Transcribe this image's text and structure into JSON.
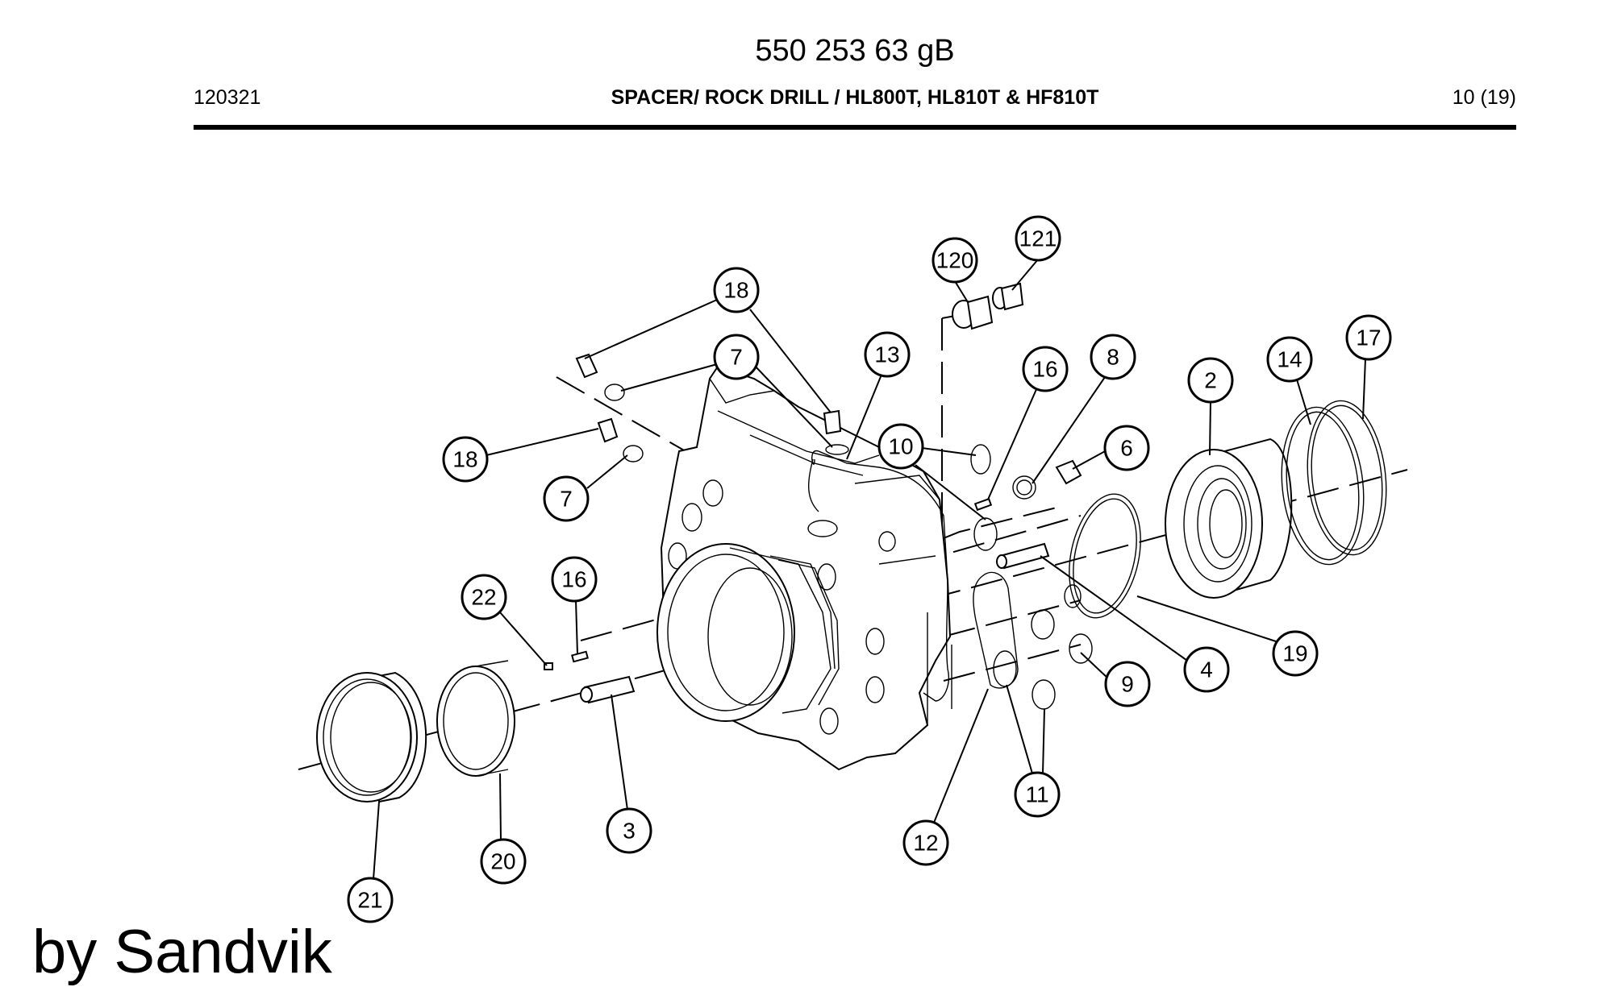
{
  "header": {
    "document_number": "550 253 63 gB",
    "date_code": "120321",
    "title": "SPACER/ ROCK DRILL / HL800T, HL810T & HF810T",
    "page": "10 (19)"
  },
  "balloons": [
    {
      "id": "b120",
      "label": "120"
    },
    {
      "id": "b121",
      "label": "121"
    },
    {
      "id": "b18a",
      "label": "18"
    },
    {
      "id": "b7a",
      "label": "7"
    },
    {
      "id": "b13",
      "label": "13"
    },
    {
      "id": "b16a",
      "label": "16"
    },
    {
      "id": "b8",
      "label": "8"
    },
    {
      "id": "b2",
      "label": "2"
    },
    {
      "id": "b14",
      "label": "14"
    },
    {
      "id": "b17",
      "label": "17"
    },
    {
      "id": "b10",
      "label": "10"
    },
    {
      "id": "b6",
      "label": "6"
    },
    {
      "id": "b18b",
      "label": "18"
    },
    {
      "id": "b7b",
      "label": "7"
    },
    {
      "id": "b22",
      "label": "22"
    },
    {
      "id": "b16b",
      "label": "16"
    },
    {
      "id": "b4",
      "label": "4"
    },
    {
      "id": "b19",
      "label": "19"
    },
    {
      "id": "b9",
      "label": "9"
    },
    {
      "id": "b11",
      "label": "11"
    },
    {
      "id": "b12",
      "label": "12"
    },
    {
      "id": "b3",
      "label": "3"
    },
    {
      "id": "b20",
      "label": "20"
    },
    {
      "id": "b21",
      "label": "21"
    }
  ],
  "credit": "by Sandvik"
}
